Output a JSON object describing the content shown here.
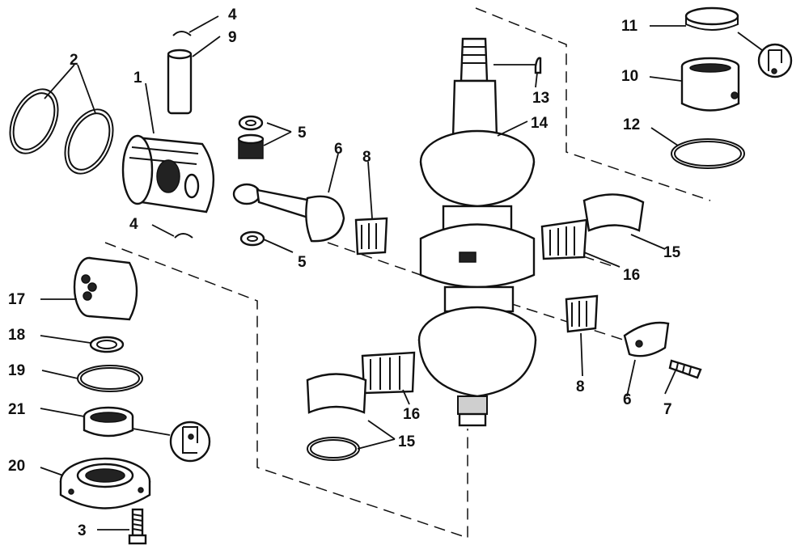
{
  "callouts": [
    {
      "id": "c1",
      "text": "1"
    },
    {
      "id": "c2",
      "text": "2"
    },
    {
      "id": "c3",
      "text": "3"
    },
    {
      "id": "c4a",
      "text": "4"
    },
    {
      "id": "c4b",
      "text": "4"
    },
    {
      "id": "c5a",
      "text": "5"
    },
    {
      "id": "c5b",
      "text": "5"
    },
    {
      "id": "c6a",
      "text": "6"
    },
    {
      "id": "c6b",
      "text": "6"
    },
    {
      "id": "c7",
      "text": "7"
    },
    {
      "id": "c8a",
      "text": "8"
    },
    {
      "id": "c8b",
      "text": "8"
    },
    {
      "id": "c9",
      "text": "9"
    },
    {
      "id": "c10",
      "text": "10"
    },
    {
      "id": "c11",
      "text": "11"
    },
    {
      "id": "c12",
      "text": "12"
    },
    {
      "id": "c13",
      "text": "13"
    },
    {
      "id": "c14",
      "text": "14"
    },
    {
      "id": "c15a",
      "text": "15"
    },
    {
      "id": "c15b",
      "text": "15"
    },
    {
      "id": "c16a",
      "text": "16"
    },
    {
      "id": "c16b",
      "text": "16"
    },
    {
      "id": "c17",
      "text": "17"
    },
    {
      "id": "c18",
      "text": "18"
    },
    {
      "id": "c19",
      "text": "19"
    },
    {
      "id": "c20",
      "text": "20"
    },
    {
      "id": "c21",
      "text": "21"
    }
  ],
  "icons": [
    "sealant-tube-icon",
    "sealant-tube-icon"
  ]
}
